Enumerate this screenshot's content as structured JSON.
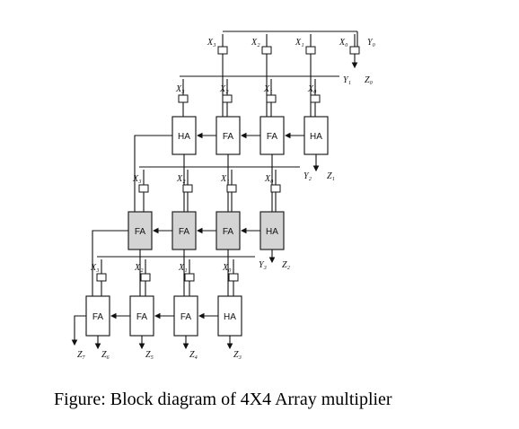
{
  "caption": "Figure: Block diagram of 4X4 Array multiplier",
  "rows": [
    {
      "y_input": "Y₀",
      "x_inputs": [
        "X₃",
        "X₂",
        "X₁",
        "X₀"
      ],
      "z_output": "Z₀"
    },
    {
      "y_input": "Y₁",
      "x_inputs": [
        "X₃",
        "X₂",
        "X₁",
        "X₀"
      ],
      "cells": [
        "HA",
        "FA",
        "FA",
        "HA"
      ],
      "shaded": false,
      "z_output": "Z₁"
    },
    {
      "y_input": "Y₂",
      "x_inputs": [
        "X₃",
        "X₂",
        "X₁",
        "X₀"
      ],
      "cells": [
        "FA",
        "FA",
        "FA",
        "HA"
      ],
      "shaded": true,
      "z_output": "Z₂"
    },
    {
      "y_input": "Y₃",
      "x_inputs": [
        "X₃",
        "X₂",
        "X₁",
        "X₀"
      ],
      "cells": [
        "FA",
        "FA",
        "FA",
        "HA"
      ],
      "shaded": false,
      "z_output": "Z₃"
    }
  ],
  "bottom_outputs": [
    "Z₇",
    "Z₆",
    "Z₅",
    "Z₄",
    "Z₃"
  ],
  "colors": {
    "shaded_cell": "#d4d4d4",
    "line": "#111111"
  }
}
